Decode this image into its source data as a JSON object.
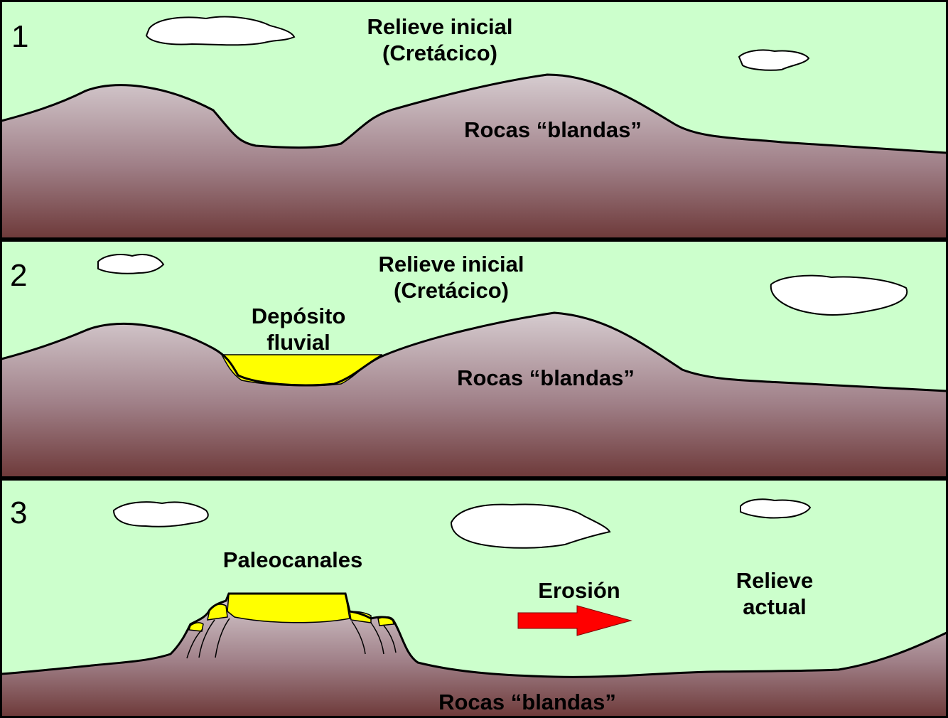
{
  "colors": {
    "sky": "#ccffcc",
    "rock_top": "#d2c7cc",
    "rock_bottom": "#6e3a3a",
    "deposit": "#ffff00",
    "cloud": "#ffffff",
    "arrow": "#ff0000",
    "border": "#000000"
  },
  "panels": [
    {
      "number": "1",
      "title_line1": "Relieve inicial",
      "title_line2": "(Cretácico)",
      "rock_label": "Rocas “blandas”"
    },
    {
      "number": "2",
      "title_line1": "Relieve inicial",
      "title_line2": "(Cretácico)",
      "deposit_line1": "Depósito",
      "deposit_line2": "fluvial",
      "rock_label": "Rocas “blandas”"
    },
    {
      "number": "3",
      "paleo_label": "Paleocanales",
      "erosion_label": "Erosión",
      "relief_line1": "Relieve",
      "relief_line2": "actual",
      "rock_label": "Rocas “blandas”"
    }
  ]
}
